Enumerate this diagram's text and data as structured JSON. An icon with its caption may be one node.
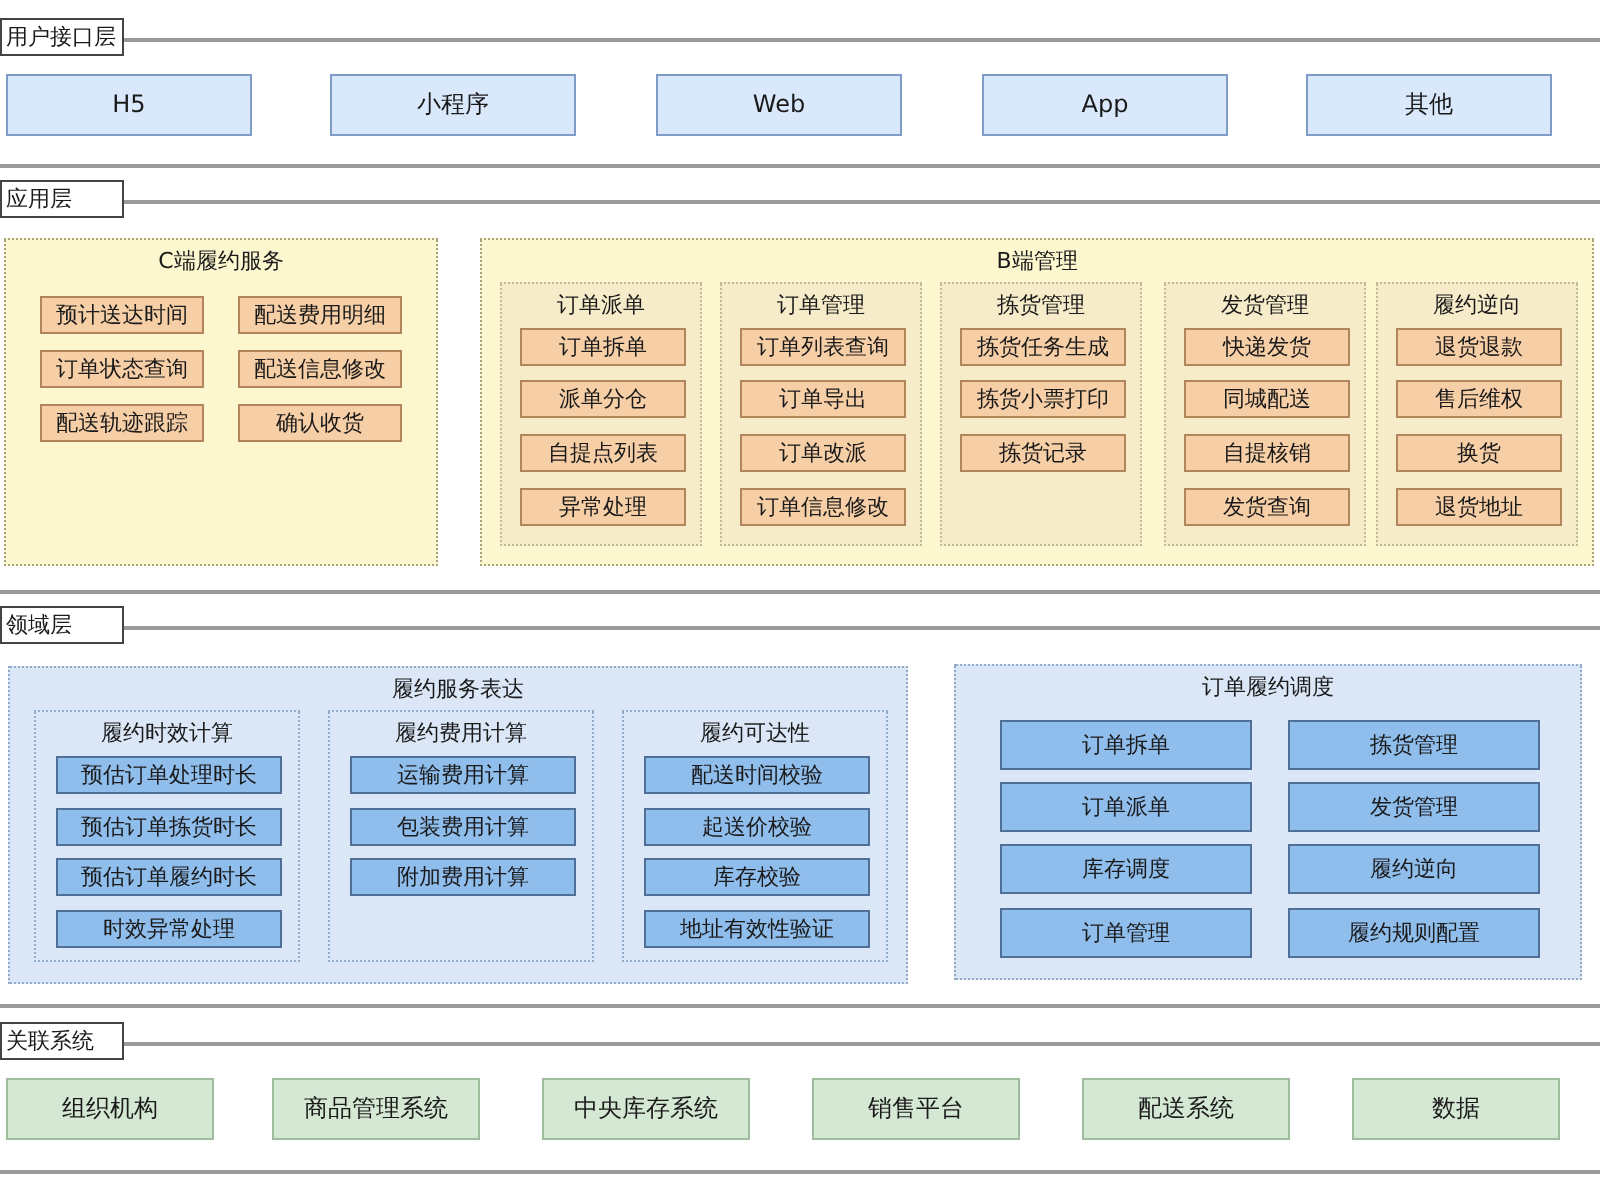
{
  "diagram": {
    "nodes": [
      {
        "text": [
          "用户接口层"
        ]
      },
      {
        "text": [
          "H5"
        ],
        "in": 0
      },
      {
        "text": [
          "小程序"
        ],
        "in": 0
      },
      {
        "text": [
          "Web"
        ],
        "in": 0
      },
      {
        "text": [
          "App"
        ],
        "in": 0
      },
      {
        "text": [
          "其他"
        ],
        "in": 0
      },
      {
        "text": [
          "应用层"
        ]
      },
      {
        "text": [
          "C端履约服务"
        ],
        "in": 6
      },
      {
        "text": [
          "预计送达时间"
        ],
        "in": 7
      },
      {
        "text": [
          "配送费用明细"
        ],
        "in": 7
      },
      {
        "text": [
          "订单状态查询"
        ],
        "in": 7
      },
      {
        "text": [
          "配送信息修改"
        ],
        "in": 7
      },
      {
        "text": [
          "配送轨迹跟踪"
        ],
        "in": 7
      },
      {
        "text": [
          "确认收货"
        ],
        "in": 7
      },
      {
        "text": [
          "B端管理"
        ],
        "in": 6
      },
      {
        "text": [
          "订单派单"
        ],
        "in": 14
      },
      {
        "text": [
          "订单拆单"
        ],
        "in": 15
      },
      {
        "text": [
          "派单分仓"
        ],
        "in": 15
      },
      {
        "text": [
          "自提点列表"
        ],
        "in": 15
      },
      {
        "text": [
          "异常处理"
        ],
        "in": 15
      },
      {
        "text": [
          "订单管理"
        ],
        "in": 14
      },
      {
        "text": [
          "订单列表查询"
        ],
        "in": 20
      },
      {
        "text": [
          "订单导出"
        ],
        "in": 20
      },
      {
        "text": [
          "订单改派"
        ],
        "in": 20
      },
      {
        "text": [
          "订单信息修改"
        ],
        "in": 20
      },
      {
        "text": [
          "拣货管理"
        ],
        "in": 14
      },
      {
        "text": [
          "拣货任务生成"
        ],
        "in": 25
      },
      {
        "text": [
          "拣货小票打印"
        ],
        "in": 25
      },
      {
        "text": [
          "拣货记录"
        ],
        "in": 25
      },
      {
        "text": [
          "发货管理"
        ],
        "in": 14
      },
      {
        "text": [
          "快递发货"
        ],
        "in": 29
      },
      {
        "text": [
          "同城配送"
        ],
        "in": 29
      },
      {
        "text": [
          "自提核销"
        ],
        "in": 29
      },
      {
        "text": [
          "发货查询"
        ],
        "in": 29
      },
      {
        "text": [
          "履约逆向"
        ],
        "in": 14
      },
      {
        "text": [
          "退货退款"
        ],
        "in": 34
      },
      {
        "text": [
          "售后维权"
        ],
        "in": 34
      },
      {
        "text": [
          "换货"
        ],
        "in": 34
      },
      {
        "text": [
          "退货地址"
        ],
        "in": 34
      },
      {
        "text": [
          "领域层"
        ]
      },
      {
        "text": [
          "履约服务表达"
        ],
        "in": 39
      },
      {
        "text": [
          "履约时效计算"
        ],
        "in": 40
      },
      {
        "text": [
          "预估订单处理时长"
        ],
        "in": 41
      },
      {
        "text": [
          "预估订单拣货时长"
        ],
        "in": 41
      },
      {
        "text": [
          "预估订单履约时长"
        ],
        "in": 41
      },
      {
        "text": [
          "时效异常处理"
        ],
        "in": 41
      },
      {
        "text": [
          "履约费用计算"
        ],
        "in": 40
      },
      {
        "text": [
          "运输费用计算"
        ],
        "in": 46
      },
      {
        "text": [
          "包装费用计算"
        ],
        "in": 46
      },
      {
        "text": [
          "附加费用计算"
        ],
        "in": 46
      },
      {
        "text": [
          "履约可达性"
        ],
        "in": 40
      },
      {
        "text": [
          "配送时间校验"
        ],
        "in": 50
      },
      {
        "text": [
          "起送价校验"
        ],
        "in": 50
      },
      {
        "text": [
          "库存校验"
        ],
        "in": 50
      },
      {
        "text": [
          "地址有效性验证"
        ],
        "in": 50
      },
      {
        "text": [
          "订单履约调度"
        ],
        "in": 39
      },
      {
        "text": [
          "订单拆单"
        ],
        "in": 55
      },
      {
        "text": [
          "拣货管理"
        ],
        "in": 55
      },
      {
        "text": [
          "订单派单"
        ],
        "in": 55
      },
      {
        "text": [
          "发货管理"
        ],
        "in": 55
      },
      {
        "text": [
          "库存调度"
        ],
        "in": 55
      },
      {
        "text": [
          "履约逆向"
        ],
        "in": 55
      },
      {
        "text": [
          "订单管理"
        ],
        "in": 55
      },
      {
        "text": [
          "履约规则配置"
        ],
        "in": 55
      },
      {
        "text": [
          "关联系统"
        ]
      },
      {
        "text": [
          "组织机构"
        ],
        "in": 64
      },
      {
        "text": [
          "商品管理系统"
        ],
        "in": 64
      },
      {
        "text": [
          "中央库存系统"
        ],
        "in": 64
      },
      {
        "text": [
          "销售平台"
        ],
        "in": 64
      },
      {
        "text": [
          "配送系统"
        ],
        "in": 64
      },
      {
        "text": [
          "数据"
        ],
        "in": 64
      }
    ]
  }
}
